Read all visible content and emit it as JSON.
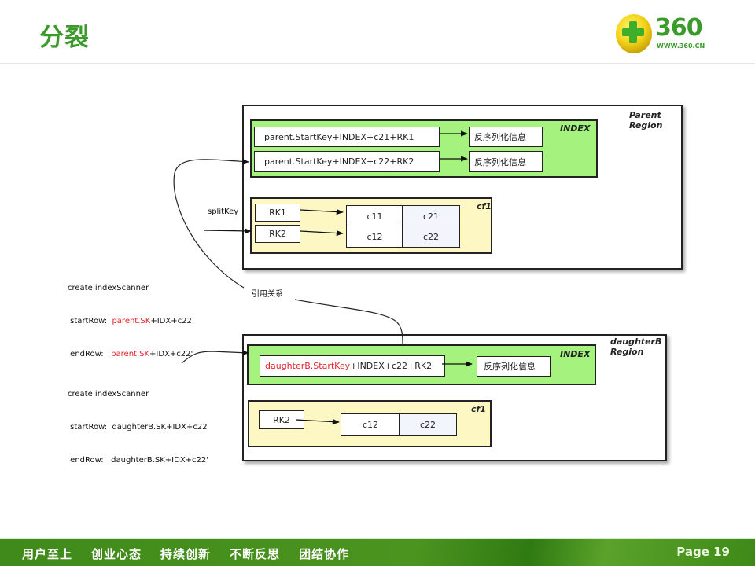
{
  "header": {
    "title": "分裂",
    "logo": {
      "brand": "360",
      "url_text": "WWW.360.CN"
    }
  },
  "parent_region": {
    "label_line1": "Parent",
    "label_line2": "Region",
    "index": {
      "tag": "INDEX",
      "rows": [
        {
          "key": "parent.StartKey+INDEX+c21+RK1",
          "value": "反序列化信息"
        },
        {
          "key": "parent.StartKey+INDEX+c22+RK2",
          "value": "反序列化信息"
        }
      ]
    },
    "cf": {
      "tag": "cf1",
      "rows": [
        {
          "rowkey": "RK1",
          "col1": "c11",
          "col2": "c21"
        },
        {
          "rowkey": "RK2",
          "col1": "c12",
          "col2": "c22"
        }
      ]
    }
  },
  "daughter_region": {
    "label_line1": "daughterB",
    "label_line2": "Region",
    "index": {
      "tag": "INDEX",
      "rows": [
        {
          "key_highlight": "daughterB.StartKey",
          "key_rest": "+INDEX+c22+RK2",
          "value": "反序列化信息"
        }
      ]
    },
    "cf": {
      "tag": "cf1",
      "rows": [
        {
          "rowkey": "RK2",
          "col1": "c12",
          "col2": "c22"
        }
      ]
    }
  },
  "annotations": {
    "split_key": "splitKey",
    "reference": "引用关系",
    "parent_scanner": {
      "title": "create indexScanner",
      "start_label": " startRow:  ",
      "start_highlight": "parent.SK",
      "start_rest": "+IDX+c22",
      "end_label": " endRow:   ",
      "end_highlight": "parent.SK",
      "end_rest": "+IDX+c22'"
    },
    "daughter_scanner": {
      "title": "create indexScanner",
      "start_row": " startRow:  daughterB.SK+IDX+c22",
      "end_row": " endRow:   daughterB.SK+IDX+c22'"
    }
  },
  "footer": {
    "slogans": [
      "用户至上",
      "创业心态",
      "持续创新",
      "不断反思",
      "团结协作"
    ],
    "page": "Page 19"
  },
  "colors": {
    "title_green": "#3a9a2a",
    "index_fill": "#a6f27f",
    "cf_fill": "#fdf7c4",
    "highlight_red": "#e8232b",
    "footer_green": "#4c9420"
  }
}
